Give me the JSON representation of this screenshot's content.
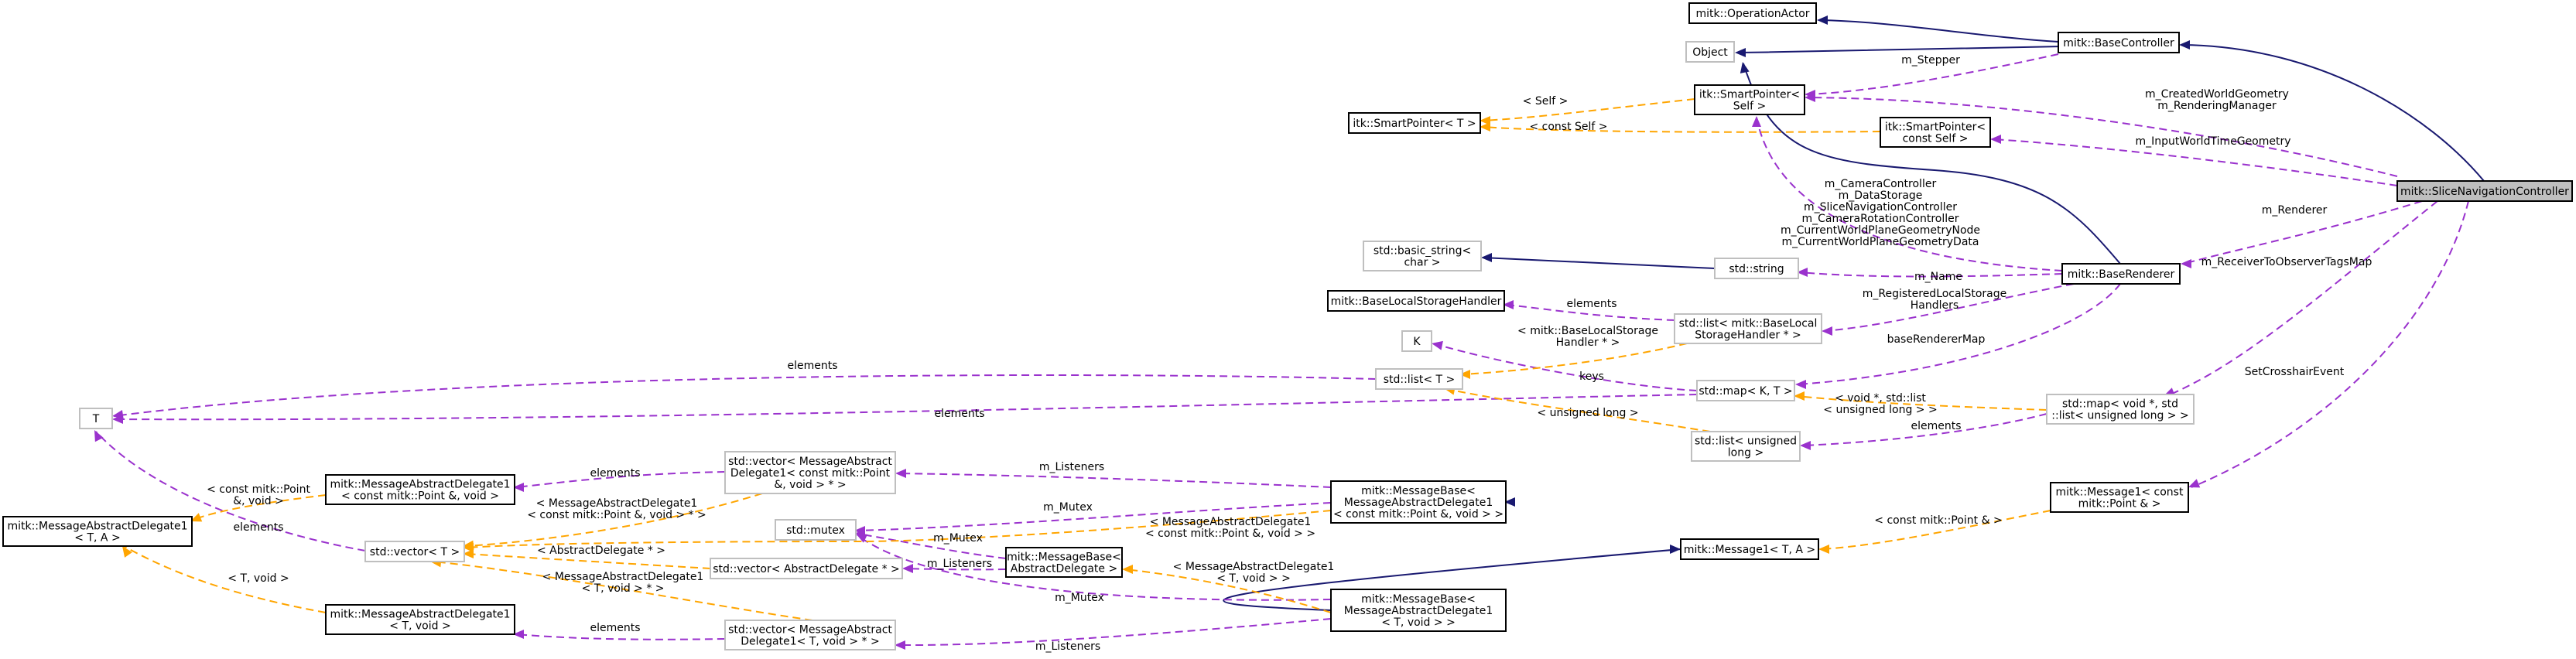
{
  "nodes": {
    "operation_actor": [
      "mitk::OperationActor"
    ],
    "base_controller": [
      "mitk::BaseController"
    ],
    "slice_nav": [
      "mitk::SliceNavigationController"
    ],
    "object": [
      "Object"
    ],
    "itk_sp_self": [
      "itk::SmartPointer<",
      "Self >"
    ],
    "itk_sp_T": [
      "itk::SmartPointer< T >"
    ],
    "itk_sp_const_self": [
      "itk::SmartPointer<",
      "const Self >"
    ],
    "basic_string": [
      "std::basic_string<",
      "char >"
    ],
    "std_string": [
      "std::string"
    ],
    "base_renderer": [
      "mitk::BaseRenderer"
    ],
    "base_local_storage": [
      "mitk::BaseLocalStorageHandler"
    ],
    "list_blsh": [
      "std::list< mitk::BaseLocal",
      "StorageHandler * >"
    ],
    "K": [
      "K"
    ],
    "list_T": [
      "std::list< T >"
    ],
    "T": [
      "T"
    ],
    "map_KT": [
      "std::map< K, T >"
    ],
    "map_void": [
      "std::map< void *, std",
      "::list< unsigned long > >"
    ],
    "list_ulong": [
      "std::list< unsigned",
      "long >"
    ],
    "mad1_point": [
      "mitk::MessageAbstractDelegate1",
      "< const mitk::Point &, void >"
    ],
    "vec_mad_point": [
      "std::vector< MessageAbstract",
      "Delegate1< const mitk::Point",
      "&, void > * >"
    ],
    "mb_point": [
      "mitk::MessageBase<",
      "MessageAbstractDelegate1",
      "< const mitk::Point &, void > >"
    ],
    "message1_point": [
      "mitk::Message1< const",
      "mitk::Point & >"
    ],
    "mad1_TA": [
      "mitk::MessageAbstractDelegate1",
      "< T, A >"
    ],
    "vec_T": [
      "std::vector< T >"
    ],
    "mutex": [
      "std::mutex"
    ],
    "vec_ad": [
      "std::vector< AbstractDelegate * >"
    ],
    "mb_ad": [
      "mitk::MessageBase<",
      "AbstractDelegate >"
    ],
    "message1_TA": [
      "mitk::Message1< T, A >"
    ],
    "mad1_Tvoid": [
      "mitk::MessageAbstractDelegate1",
      "< T, void >"
    ],
    "vec_mad_Tvoid": [
      "std::vector< MessageAbstract",
      "Delegate1< T, void > * >"
    ],
    "mb_Tvoid": [
      "mitk::MessageBase<",
      "MessageAbstractDelegate1",
      "< T, void > >"
    ]
  },
  "edge_labels": {
    "m_stepper": [
      "m_Stepper"
    ],
    "self": [
      "< Self >"
    ],
    "const_self": [
      "< const Self >"
    ],
    "created_world": [
      "m_CreatedWorldGeometry",
      "m_RenderingManager"
    ],
    "input_world": [
      "m_InputWorldTimeGeometry"
    ],
    "camera_block": [
      "m_CameraController",
      "m_DataStorage",
      "m_SliceNavigationController",
      "m_CameraRotationController",
      "m_CurrentWorldPlaneGeometryNode",
      "m_CurrentWorldPlaneGeometryData"
    ],
    "m_renderer": [
      "m_Renderer"
    ],
    "m_name": [
      "m_Name"
    ],
    "receiver_map": [
      "m_ReceiverToObserverTagsMap"
    ],
    "registered": [
      "m_RegisteredLocalStorage",
      "Handlers"
    ],
    "elements_blsh": [
      "elements"
    ],
    "blsh_tmpl": [
      "< mitk::BaseLocalStorage",
      "Handler * >"
    ],
    "renderer_map": [
      "baseRendererMap"
    ],
    "keys": [
      "keys"
    ],
    "elements_T_list": [
      "elements"
    ],
    "elements_T_map": [
      "elements"
    ],
    "void_tmpl": [
      "< void *, std::list",
      "< unsigned long > >"
    ],
    "unsigned_long": [
      "< unsigned long >"
    ],
    "elements_ulong": [
      "elements"
    ],
    "crosshair": [
      "SetCrosshairEvent"
    ],
    "listeners_point": [
      "m_Listeners"
    ],
    "elements_point": [
      "elements"
    ],
    "point_void_tmpl": [
      "< const mitk::Point",
      "&, void >"
    ],
    "vec_point_tmpl": [
      "< MessageAbstractDelegate1",
      "< const mitk::Point &, void > * >"
    ],
    "mutex_point": [
      "m_Mutex"
    ],
    "mb_point_tmpl": [
      "< MessageAbstractDelegate1",
      "< const mitk::Point &, void > >"
    ],
    "elements_vecT": [
      "elements"
    ],
    "mutex_ad": [
      "m_Mutex"
    ],
    "abstract_tmpl": [
      "< AbstractDelegate * >"
    ],
    "listeners_ad": [
      "m_Listeners"
    ],
    "mb_tvoid_tmpl": [
      "< MessageAbstractDelegate1",
      "< T, void > >"
    ],
    "const_point": [
      "< const mitk::Point & >"
    ],
    "t_void": [
      "< T, void >"
    ],
    "vec_tvoid_tmpl": [
      "< MessageAbstractDelegate1",
      "< T, void > * >"
    ],
    "mutex_tvoid": [
      "m_Mutex"
    ],
    "elements_tvoid": [
      "elements"
    ],
    "listeners_tvoid": [
      "m_Listeners"
    ]
  }
}
